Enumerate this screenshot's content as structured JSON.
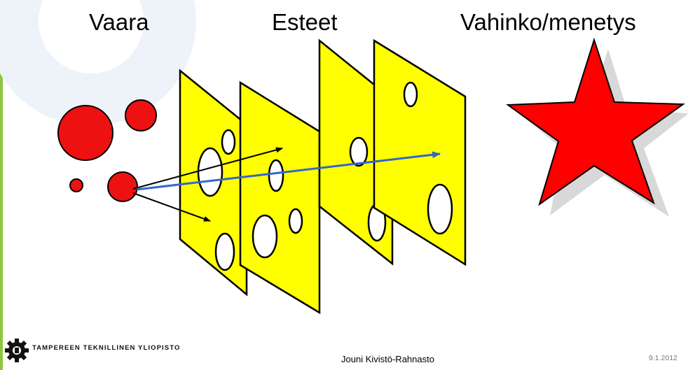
{
  "titles": {
    "hazard": "Vaara",
    "barriers": "Esteet",
    "loss": "Vahinko/menetys"
  },
  "footer": {
    "university": "TAMPEREEN TEKNILLINEN YLIOPISTO",
    "author": "Jouni Kivistö-Rahnasto",
    "date": "9.1.2012"
  },
  "colors": {
    "hazard_fill": "#ee1111",
    "barrier_fill": "#ffff00",
    "loss_fill": "#ff0000",
    "arrow_path": "#3366cc",
    "accent_bar": "#8dc63f"
  },
  "icons": {
    "logo": "gear-logo-icon",
    "watermark": "gear-watermark-icon"
  }
}
